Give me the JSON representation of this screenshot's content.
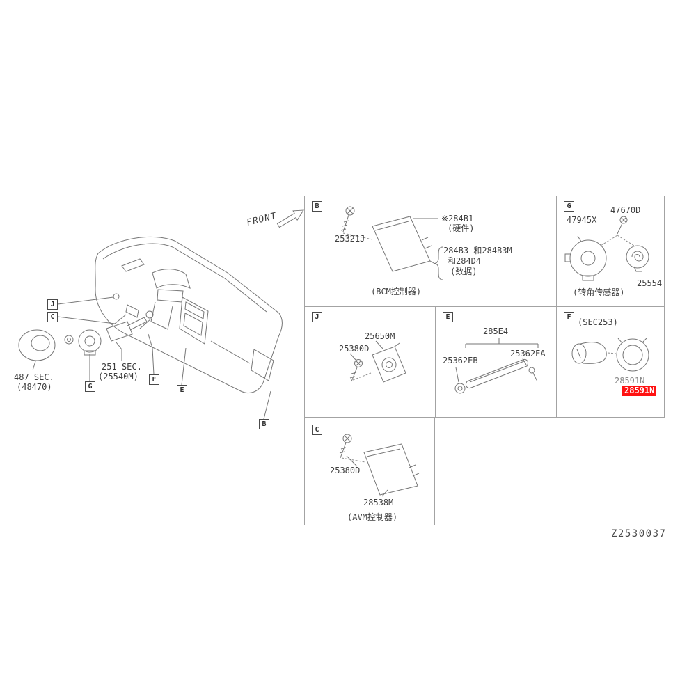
{
  "meta": {
    "diagram_code": "Z2530037",
    "front_label": "FRONT"
  },
  "colors": {
    "highlight_bg": "#ff1212",
    "highlight_text": "#ffffff",
    "line": "#767676"
  },
  "dashboard": {
    "callouts": {
      "j": "J",
      "c": "C",
      "g": "G",
      "f": "F",
      "e": "E",
      "b": "B"
    },
    "labels": {
      "sec487_line1": "487 SEC.",
      "sec487_line2": "(48470)",
      "sec251_line1": "251 SEC.",
      "sec251_line2": "(25540M)"
    }
  },
  "panels": {
    "b": {
      "letter": "B",
      "screw": "25321J",
      "hw_part": "※284B1",
      "hw_note": "(硬件)",
      "data_part_1": "284B3 和284B3M",
      "data_part_2": "和284D4",
      "data_note": "(数据)",
      "caption": "(BCM控制器)"
    },
    "g": {
      "letter": "G",
      "part_1": "47945X",
      "part_2": "47670D",
      "part_3": "25554",
      "caption": "(转角传感器)"
    },
    "j": {
      "letter": "J",
      "part_1": "25650M",
      "part_2": "25380D"
    },
    "e": {
      "letter": "E",
      "part_1": "285E4",
      "part_2": "25362EB",
      "part_3": "25362EA"
    },
    "f": {
      "letter": "F",
      "sec_note": "(SEC253)",
      "part_plain": "28591N",
      "part_highlighted": "28591N"
    },
    "c": {
      "letter": "C",
      "part_1": "25380D",
      "part_2": "28538M",
      "caption": "(AVM控制器)"
    }
  }
}
